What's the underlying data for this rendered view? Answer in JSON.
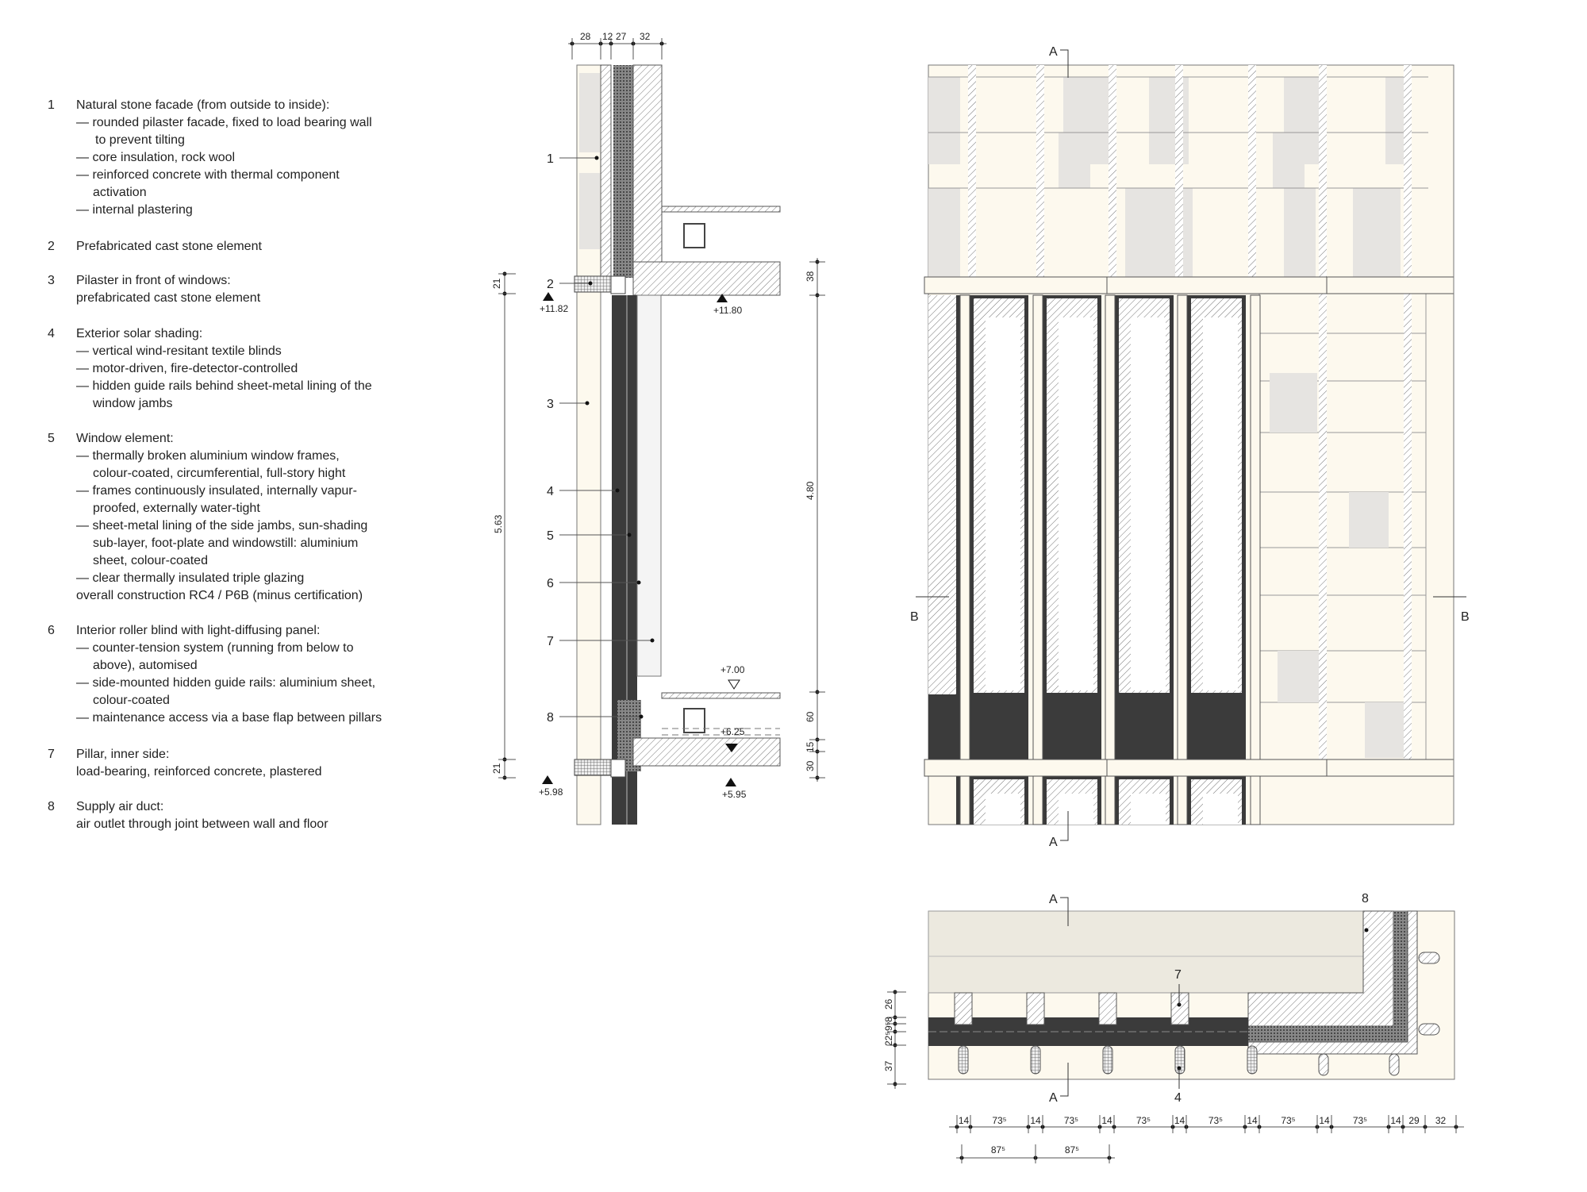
{
  "legend": [
    {
      "num": "1",
      "lines": [
        {
          "t": "Natural stone facade (from outside to inside):",
          "ind": 0
        },
        {
          "t": "— rounded pilaster facade, fixed to load bearing wall",
          "ind": 0
        },
        {
          "t": "to prevent tilting",
          "ind": 2
        },
        {
          "t": "— core insulation, rock wool",
          "ind": 0
        },
        {
          "t": "— reinforced concrete with thermal component",
          "ind": 0
        },
        {
          "t": "activation",
          "ind": 1
        },
        {
          "t": "— internal plastering",
          "ind": 0
        }
      ]
    },
    {
      "num": "2",
      "lines": [
        {
          "t": "Prefabricated cast stone element",
          "ind": 0
        }
      ]
    },
    {
      "num": "3",
      "lines": [
        {
          "t": "Pilaster in front of windows:",
          "ind": 0
        },
        {
          "t": "prefabricated cast stone element",
          "ind": 0
        }
      ]
    },
    {
      "num": "4",
      "lines": [
        {
          "t": "Exterior solar shading:",
          "ind": 0
        },
        {
          "t": "— vertical wind-resitant textile blinds",
          "ind": 0
        },
        {
          "t": "— motor-driven, fire-detector-controlled",
          "ind": 0
        },
        {
          "t": "— hidden guide rails behind sheet-metal lining of the",
          "ind": 0
        },
        {
          "t": "window jambs",
          "ind": 1
        }
      ]
    },
    {
      "num": "5",
      "lines": [
        {
          "t": "Window element:",
          "ind": 0
        },
        {
          "t": "— thermally broken aluminium window frames,",
          "ind": 0
        },
        {
          "t": "colour-coated, circumferential, full-story hight",
          "ind": 1
        },
        {
          "t": "— frames continuously insulated, internally vapur-",
          "ind": 0
        },
        {
          "t": "proofed, externally water-tight",
          "ind": 1
        },
        {
          "t": "— sheet-metal lining of the side jambs, sun-shading",
          "ind": 0
        },
        {
          "t": "sub-layer, foot-plate and windowstill: aluminium",
          "ind": 1
        },
        {
          "t": "sheet, colour-coated",
          "ind": 1
        },
        {
          "t": "— clear thermally insulated triple glazing",
          "ind": 0
        },
        {
          "t": "overall construction RC4 / P6B (minus certification)",
          "ind": 0
        }
      ]
    },
    {
      "num": "6",
      "lines": [
        {
          "t": "Interior roller blind with light-diffusing panel:",
          "ind": 0
        },
        {
          "t": "— counter-tension system (running from below to",
          "ind": 0
        },
        {
          "t": "above), automised",
          "ind": 1
        },
        {
          "t": "— side-mounted hidden guide rails: aluminium sheet,",
          "ind": 0
        },
        {
          "t": "colour-coated",
          "ind": 1
        },
        {
          "t": "— maintenance access via a base flap between pillars",
          "ind": 0
        }
      ]
    },
    {
      "num": "7",
      "lines": [
        {
          "t": "Pillar, inner side:",
          "ind": 0
        },
        {
          "t": "load-bearing, reinforced concrete, plastered",
          "ind": 0
        }
      ]
    },
    {
      "num": "8",
      "lines": [
        {
          "t": "Supply air duct:",
          "ind": 0
        },
        {
          "t": "air outlet through joint between wall and floor",
          "ind": 0
        }
      ]
    }
  ],
  "section": {
    "top_dims": [
      "28",
      "12",
      "27",
      "32"
    ],
    "callouts": [
      "1",
      "2",
      "3",
      "4",
      "5",
      "6",
      "7",
      "8"
    ],
    "levels": [
      "+11.82",
      "+11.80",
      "+7.00",
      "+6.25",
      "+5.98",
      "+5.95"
    ],
    "left_dims": [
      "21",
      "5.63",
      "21"
    ],
    "right_dims": [
      "38",
      "4.80",
      "60",
      "15",
      "30"
    ]
  },
  "elevation": {
    "cut_a": "A",
    "cut_b": "B"
  },
  "plan": {
    "cut_a": "A",
    "callouts": [
      "8",
      "7",
      "4"
    ],
    "left_dims": [
      "26",
      "8",
      "9⁵",
      "22⁵",
      "37"
    ],
    "bottom_dims": [
      "14",
      "73⁵",
      "14",
      "73⁵",
      "14",
      "73⁵",
      "14",
      "73⁵",
      "14",
      "73⁵",
      "14",
      "73⁵",
      "14",
      "29",
      "32"
    ],
    "axis_dims": [
      "87⁵",
      "87⁵"
    ]
  },
  "colors": {
    "stone": "#fdf9ee",
    "stone_gray": "#e6e4e1",
    "dark": "#3b3b3b",
    "line": "#555555"
  }
}
